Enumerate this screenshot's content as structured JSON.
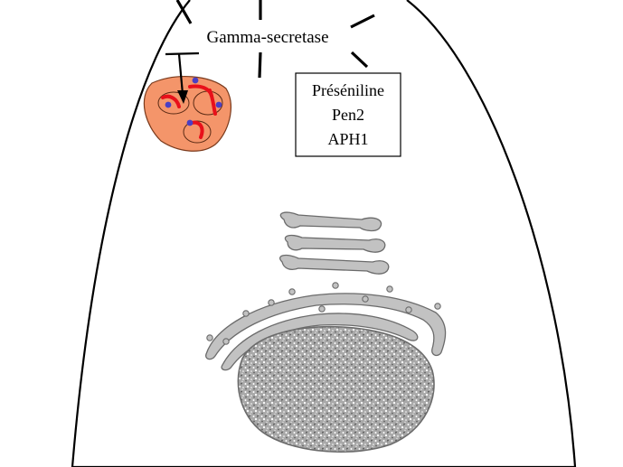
{
  "labels": {
    "enzyme": "Gamma-secretase",
    "components": [
      "Préséniline",
      "Pen2",
      "APH1"
    ]
  },
  "colors": {
    "outline": "#000000",
    "endosome_fill": "#f4956a",
    "endosome_stroke": "#7a3a1c",
    "cargo_red": "#e8101a",
    "cargo_blue": "#4a3fc4",
    "organelle_fill": "#c2c2c2",
    "organelle_stroke": "#6b6b6b",
    "nucleus_fill": "#a9a9a9"
  }
}
